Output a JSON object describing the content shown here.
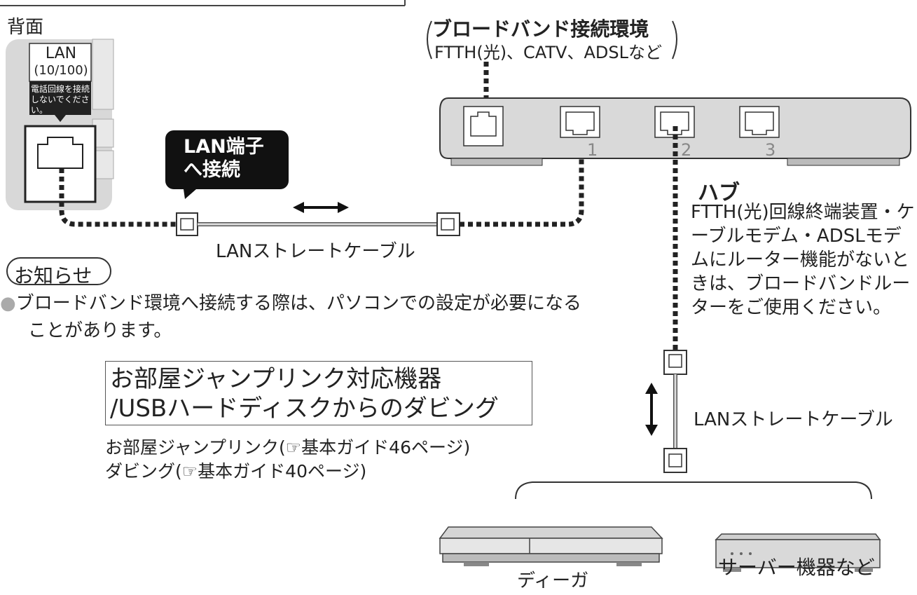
{
  "rear_label": "背面",
  "rear_panel": {
    "lan_label": "LAN",
    "lan_speed": "(10/100)",
    "warning_line1": "電話回線を接続",
    "warning_line2": "しないでください。"
  },
  "callout": {
    "line1": "LAN端子",
    "line2": "へ接続"
  },
  "cable_label_1": "LANストレートケーブル",
  "cable_label_2": "LANストレートケーブル",
  "broadband": {
    "title": "ブロードバンド接続環境",
    "subtitle": "FTTH(光)、CATV、ADSLなど"
  },
  "hub": {
    "title": "ハブ",
    "description": "FTTH(光)回線終端装置・ケーブルモデム・ADSLモデムにルーター機能がないときは、ブロードバンドルーターをご使用ください。",
    "ports": [
      "1",
      "2",
      "3"
    ]
  },
  "notice": {
    "title": "お知らせ",
    "bullet": "●",
    "text_line1": "ブロードバンド環境へ接続する際は、パソコンでの設定が必要になる",
    "text_line2": "ことがあります。"
  },
  "dubbing_box": {
    "line1": "お部屋ジャンプリンク対応機器",
    "line2": "/USBハードディスクからのダビング"
  },
  "references": {
    "line1": "お部屋ジャンプリンク(☞基本ガイド46ページ)",
    "line2": "ダビング(☞基本ガイド40ページ)"
  },
  "devices": {
    "diga": "ディーガ",
    "server": "サーバー機器など"
  }
}
